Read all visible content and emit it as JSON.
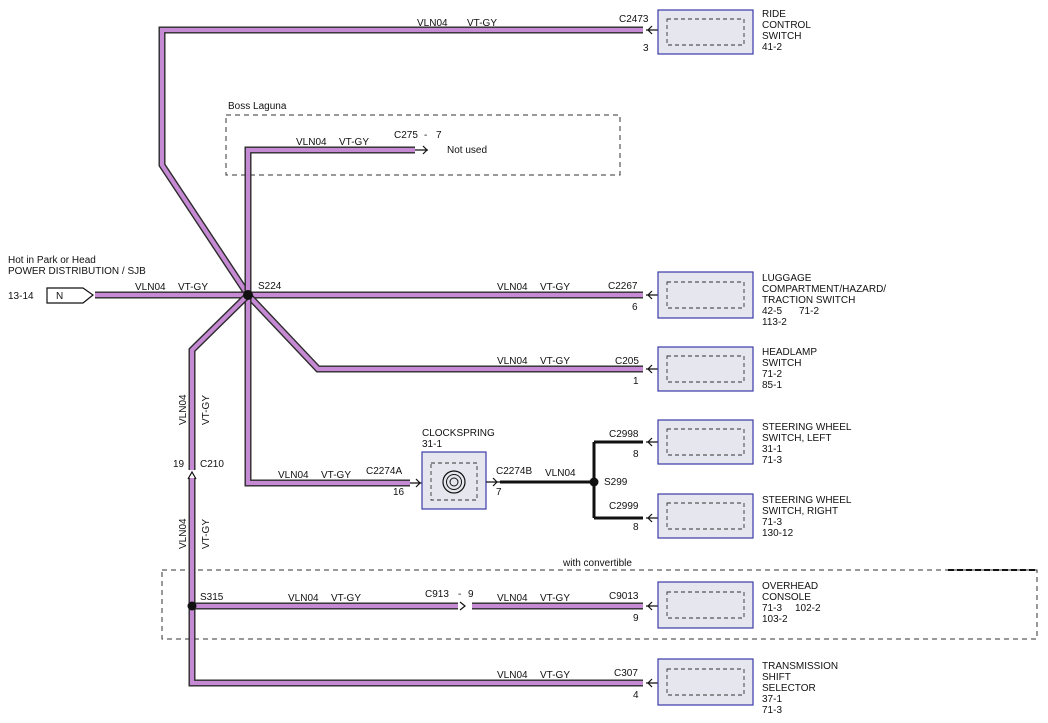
{
  "source": {
    "line1": "Hot in Park or Head",
    "line2": "POWER DISTRIBUTION / SJB",
    "ref": "13-14",
    "pin": "N",
    "circuit": "VLN04",
    "color": "VT-GY"
  },
  "splices": {
    "s224": "S224",
    "s299": "S299",
    "s315": "S315"
  },
  "boss": {
    "title": "Boss Laguna",
    "circuit": "VLN04",
    "color": "VT-GY",
    "connector": "C275",
    "dash": "-",
    "pin": "7",
    "note": "Not used"
  },
  "convertible": {
    "title": "with convertible"
  },
  "ride": {
    "circuit": "VLN04",
    "color": "VT-GY",
    "connector": "C2473",
    "pin": "3",
    "name1": "RIDE",
    "name2": "CONTROL",
    "name3": "SWITCH",
    "ref1": "41-2"
  },
  "luggage": {
    "circuit": "VLN04",
    "color": "VT-GY",
    "connector": "C2267",
    "pin": "6",
    "name1": "LUGGAGE",
    "name2": "COMPARTMENT/HAZARD/",
    "name3": "TRACTION SWITCH",
    "ref1": "42-5",
    "ref2": "71-2",
    "ref3": "113-2"
  },
  "headlamp": {
    "circuit": "VLN04",
    "color": "VT-GY",
    "connector": "C205",
    "pin": "1",
    "name1": "HEADLAMP",
    "name2": "SWITCH",
    "ref1": "71-2",
    "ref2": "85-1"
  },
  "clockspring": {
    "title": "CLOCKSPRING",
    "ref": "31-1",
    "circuit_in": "VLN04",
    "color_in": "VT-GY",
    "conn_in": "C2274A",
    "pin_in": "16",
    "conn_out": "C2274B",
    "pin_out": "7",
    "circuit_out": "VLN04"
  },
  "steer_left": {
    "connector": "C2998",
    "pin": "8",
    "name1": "STEERING WHEEL",
    "name2": "SWITCH, LEFT",
    "ref1": "31-1",
    "ref2": "71-3"
  },
  "steer_right": {
    "connector": "C2999",
    "pin": "8",
    "name1": "STEERING WHEEL",
    "name2": "SWITCH, RIGHT",
    "ref1": "71-3",
    "ref2": "130-12"
  },
  "c210": {
    "connector": "C210",
    "pin": "19",
    "upper_circuit": "VLN04",
    "upper_color": "VT-GY",
    "lower_circuit": "VLN04",
    "lower_color": "VT-GY"
  },
  "overhead": {
    "circuit1": "VLN04",
    "color1": "VT-GY",
    "inline_connector": "C913",
    "inline_dash": "-",
    "inline_pin": "9",
    "circuit2": "VLN04",
    "color2": "VT-GY",
    "connector": "C9013",
    "pin": "9",
    "name1": "OVERHEAD",
    "name2": "CONSOLE",
    "ref1": "71-3",
    "ref2": "102-2",
    "ref3": "103-2"
  },
  "transmission": {
    "circuit": "VLN04",
    "color": "VT-GY",
    "connector": "C307",
    "pin": "4",
    "name1": "TRANSMISSION",
    "name2": "SHIFT",
    "name3": "SELECTOR",
    "ref1": "37-1",
    "ref2": "71-3"
  }
}
